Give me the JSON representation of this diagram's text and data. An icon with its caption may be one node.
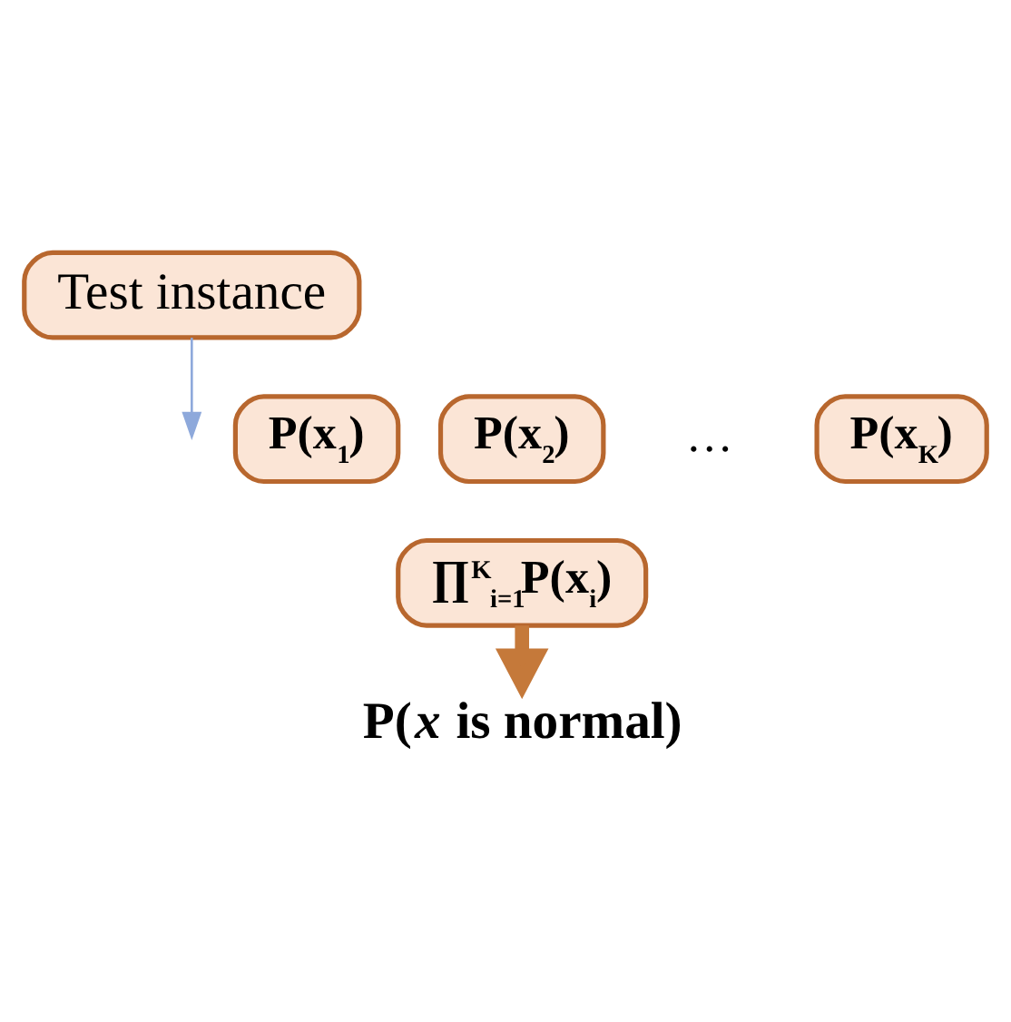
{
  "diagram": {
    "nodes": [
      {
        "text": [
          "Test instance"
        ]
      },
      {
        "text": [
          "P(x$_{1}$)"
        ]
      },
      {
        "text": [
          "P(x$_{2}$)"
        ]
      },
      {
        "text": [
          "P(x$_{K}$)"
        ]
      },
      {
        "text": [
          "∏$^{K}$$_{i=1}$P(x$_{i}$)"
        ]
      },
      {
        "text": [
          "P(*x* is normal)"
        ]
      }
    ],
    "edges": [
      {
        "from": 0,
        "to": null,
        "arrow": "to",
        "color": "#8ea9db"
      },
      {
        "from": 4,
        "to": 5,
        "arrow": "to",
        "style": "thick",
        "color": "#c5793a"
      }
    ],
    "labels": [
      "…"
    ]
  }
}
